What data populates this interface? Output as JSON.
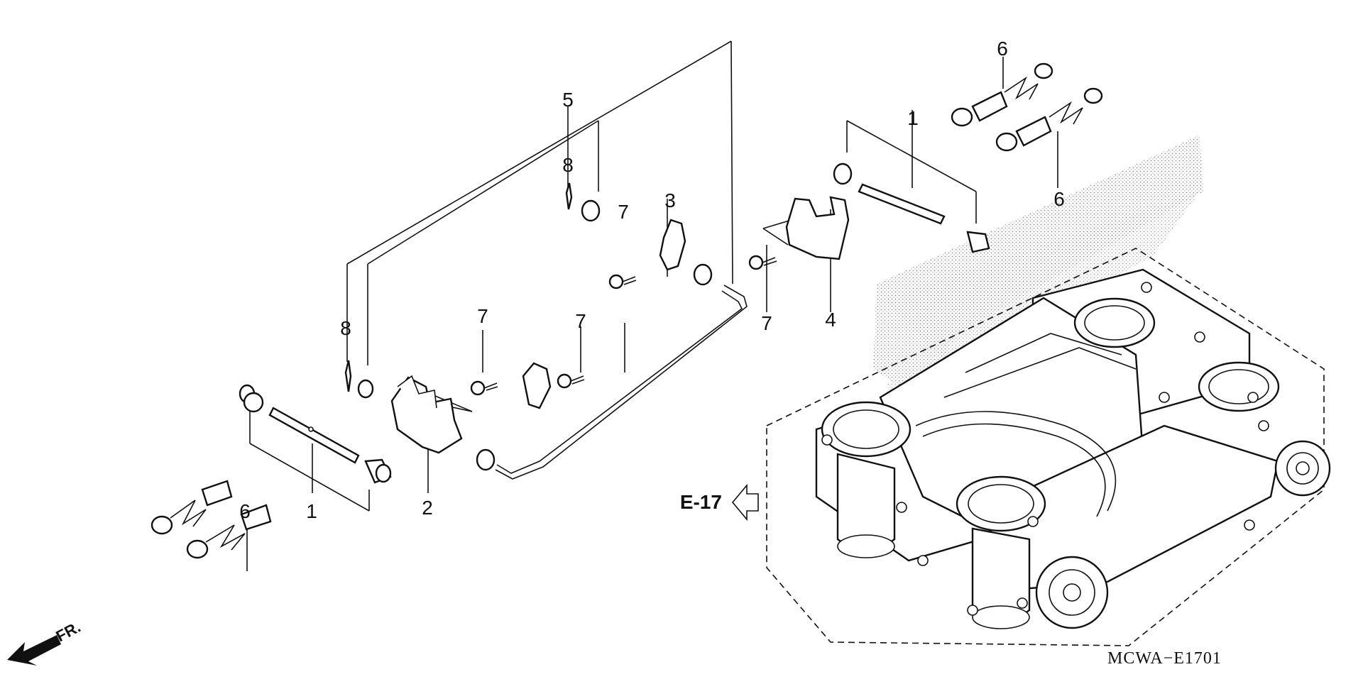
{
  "diagram": {
    "drawing_code": "MCWA−E1701",
    "reference": {
      "label": "E-17"
    },
    "front_marker": "FR.",
    "callouts": [
      {
        "id": "c1a",
        "label": "1"
      },
      {
        "id": "c1b",
        "label": "1"
      },
      {
        "id": "c2",
        "label": "2"
      },
      {
        "id": "c3",
        "label": "3"
      },
      {
        "id": "c4",
        "label": "4"
      },
      {
        "id": "c5",
        "label": "5"
      },
      {
        "id": "c6a",
        "label": "6"
      },
      {
        "id": "c6b",
        "label": "6"
      },
      {
        "id": "c6c",
        "label": "6"
      },
      {
        "id": "c7a",
        "label": "7"
      },
      {
        "id": "c7b",
        "label": "7"
      },
      {
        "id": "c7c",
        "label": "7"
      },
      {
        "id": "c7d",
        "label": "7"
      },
      {
        "id": "c8a",
        "label": "8"
      },
      {
        "id": "c8b",
        "label": "8"
      }
    ]
  }
}
